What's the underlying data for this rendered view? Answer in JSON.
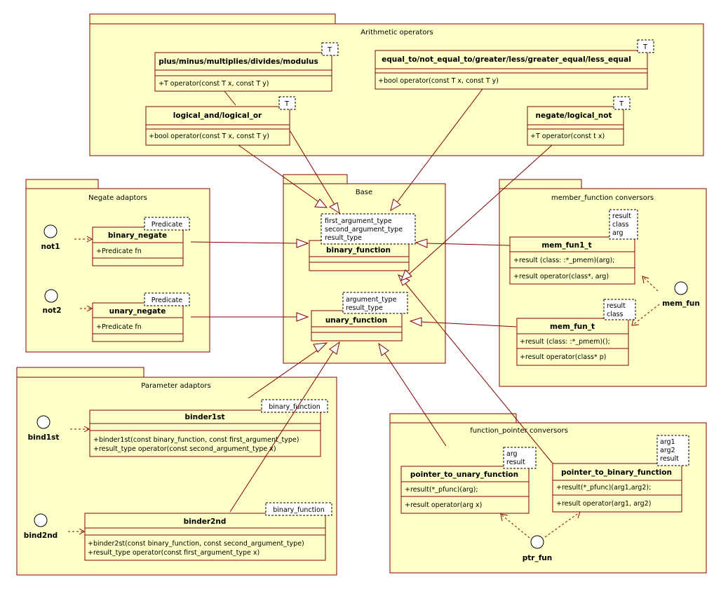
{
  "packages": {
    "arithmetic": "Arithmetic operators",
    "negate": "Negate adaptors",
    "base": "Base",
    "member": "member_function conversors",
    "param": "Parameter adaptors",
    "fptr": "function_pointer conversors"
  },
  "classes": {
    "plus": {
      "name": "plus/minus/multiplies/divides/modulus",
      "template": [
        "T"
      ],
      "attributes": [],
      "operations": [
        "+T operator(const T x, const T y)"
      ]
    },
    "equal": {
      "name": "equal_to/not_equal_to/greater/less/greater_equal/less_equal",
      "template": [
        "T"
      ],
      "attributes": [],
      "operations": [
        "+bool operator(const T x, const T y)"
      ]
    },
    "logical": {
      "name": "logical_and/logical_or",
      "template": [
        "T"
      ],
      "attributes": [],
      "operations": [
        "+bool operator(const T x, const T y)"
      ]
    },
    "negate": {
      "name": "negate/logical_not",
      "template": [
        "T"
      ],
      "attributes": [],
      "operations": [
        "+T operator(const t x)"
      ]
    },
    "binary_negate": {
      "name": "binary_negate",
      "template": [
        "Predicate"
      ],
      "attributes": [
        "+Predicate fn"
      ],
      "operations": []
    },
    "unary_negate": {
      "name": "unary_negate",
      "template": [
        "Predicate"
      ],
      "attributes": [
        "+Predicate fn"
      ],
      "operations": []
    },
    "binary_function": {
      "name": "binary_function",
      "template": [
        "first_argument_type",
        "second_argument_type",
        "result_type"
      ],
      "attributes": [],
      "operations": []
    },
    "unary_function": {
      "name": "unary_function",
      "template": [
        "argument_type",
        "result_type"
      ],
      "attributes": [],
      "operations": []
    },
    "mem_fun1_t": {
      "name": "mem_fun1_t",
      "template": [
        "result",
        "class",
        "arg"
      ],
      "attributes": [
        "+result (class: :*_pmem)(arg);"
      ],
      "operations": [
        "+result operator(class*, arg)"
      ]
    },
    "mem_fun_t": {
      "name": "mem_fun_t",
      "template": [
        "result",
        "class"
      ],
      "attributes": [
        "+result (class: :*_pmem)();"
      ],
      "operations": [
        "+result operator(class* p)"
      ]
    },
    "binder1st": {
      "name": "binder1st",
      "template": [
        "binary_function"
      ],
      "attributes": [],
      "operations": [
        "+binder1st(const binary_function, const first_argument_type)",
        "+result_type operator(const second_argument_type x)"
      ]
    },
    "binder2nd": {
      "name": "binder2nd",
      "template": [
        "binary_function"
      ],
      "attributes": [],
      "operations": [
        "+binder2st(const binary_function, const second_argument_type)",
        "+result_type operator(const first_argument_type x)"
      ]
    },
    "ptr_unary": {
      "name": "pointer_to_unary_function",
      "template": [
        "arg",
        "result"
      ],
      "attributes": [
        "+result(*_pfunc)(arg);"
      ],
      "operations": [
        "+result operator(arg x)"
      ]
    },
    "ptr_binary": {
      "name": "pointer_to_binary_function",
      "template": [
        "arg1",
        "arg2",
        "result"
      ],
      "attributes": [
        "+result(*_pfunc)(arg1,arg2);"
      ],
      "operations": [
        "+result operator(arg1, arg2)"
      ]
    }
  },
  "interfaces": {
    "not1": "not1",
    "not2": "not2",
    "mem_fun": "mem_fun",
    "bind1st": "bind1st",
    "bind2nd": "bind2nd",
    "ptr_fun": "ptr_fun"
  }
}
